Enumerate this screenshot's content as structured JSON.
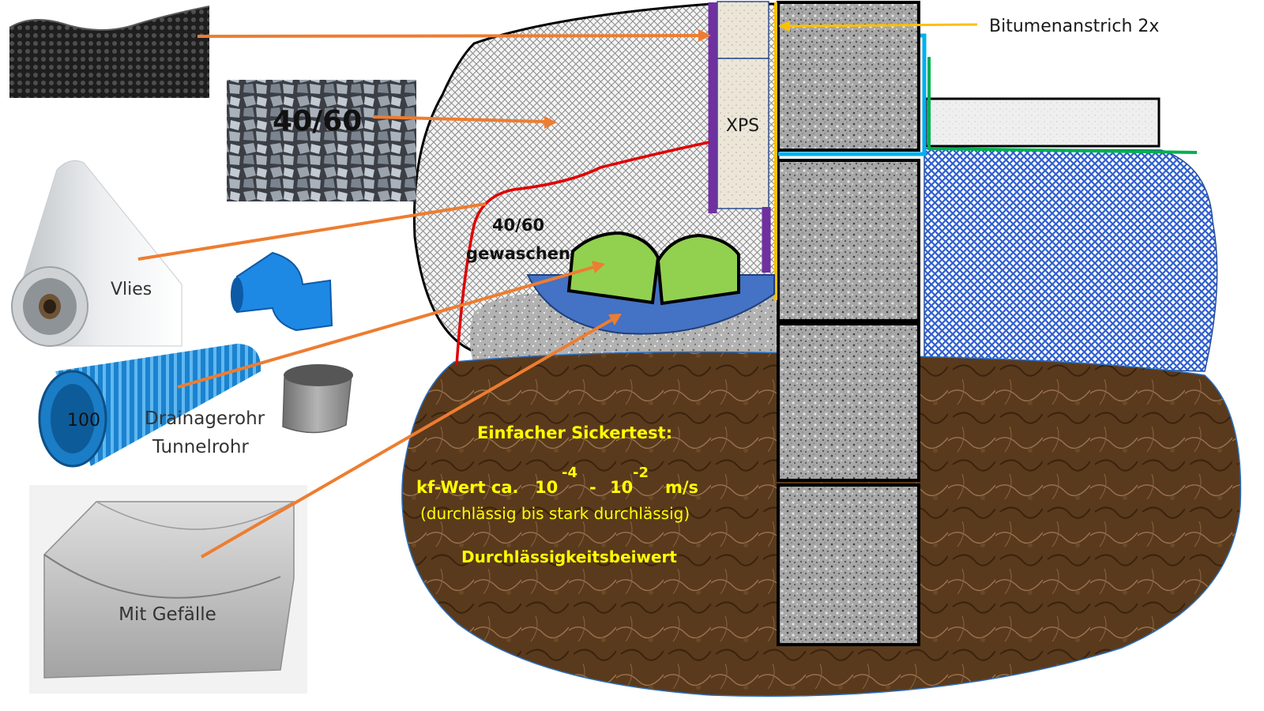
{
  "labels": {
    "bitumen": "Bitumenanstrich 2x",
    "xps": "XPS",
    "gravel_photo": "40/60",
    "gravel_washed_1": "40/60",
    "gravel_washed_2": "gewaschen",
    "vlies": "Vlies",
    "pipe_size": "100",
    "drain_1": "Drainagerohr",
    "drain_2": "Tunnelrohr",
    "gutter": "Mit Gefälle"
  },
  "soil_text": {
    "title": "Einfacher Sickertest:",
    "kf_prefix": "kf-Wert ca.",
    "base_a": "10",
    "exp_a": "-4",
    "dash": "-",
    "base_b": "10",
    "exp_b": "-2",
    "unit": "m/s",
    "desc": "(durchlässig bis stark durchlässig)",
    "term": "Durchlässigkeitsbeiwert"
  },
  "colors": {
    "arrow": "#ED7D31",
    "soil": "#5A3A1C",
    "soil_text": "#FFFF00",
    "vlies_line": "#E00000",
    "membrane": "#7030A0",
    "bitumen": "#FFC000",
    "blue_seal": "#00B0F0",
    "green_seal": "#00B050",
    "gutter_fill": "#4472C4",
    "pipe_fill": "#92D050"
  }
}
